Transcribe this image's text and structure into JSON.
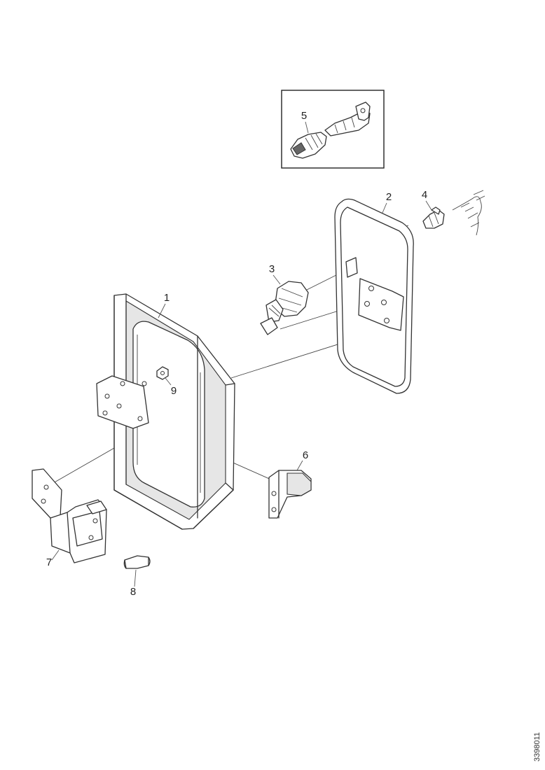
{
  "diagram": {
    "callouts": {
      "frame": "1",
      "mirror": "2",
      "switch": "3",
      "bulb": "4",
      "inset_part": "5",
      "bracket_right": "6",
      "bracket_left": "7",
      "clip": "8",
      "nut": "9"
    },
    "reference_code": "3398011"
  }
}
